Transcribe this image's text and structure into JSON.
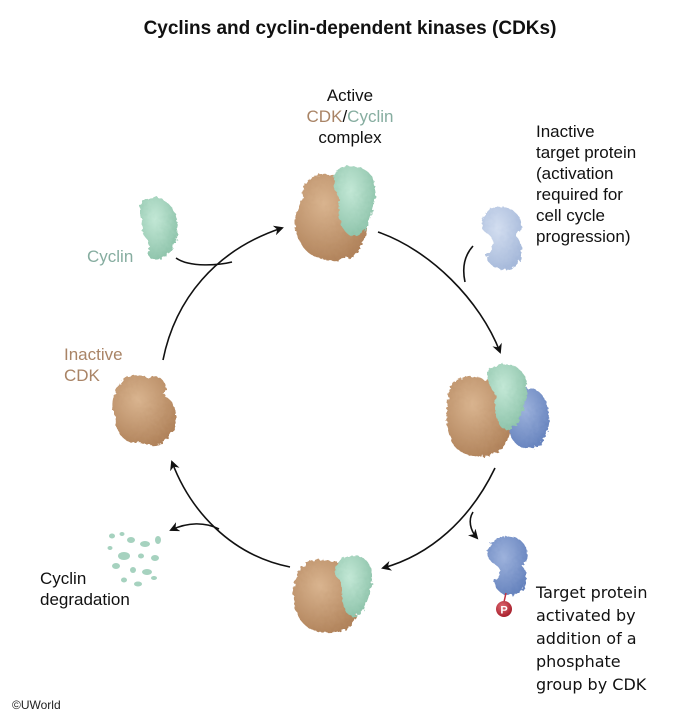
{
  "title": "Cyclins and cyclin-dependent kinases (CDKs)",
  "labels": {
    "active_complex": {
      "line1": "Active",
      "cdk": "CDK",
      "slash": "/",
      "cyclin": "Cyclin",
      "line3": "complex"
    },
    "inactive_target": [
      "Inactive",
      "target protein",
      "(activation",
      "required for",
      "cell cycle",
      "progression)"
    ],
    "cyclin": "Cyclin",
    "inactive_cdk": [
      "Inactive",
      "CDK"
    ],
    "cyclin_degradation": [
      "Cyclin",
      "degradation"
    ],
    "target_activated": [
      "Target protein",
      "activated by",
      "addition of a",
      "phosphate",
      "group by CDK"
    ],
    "phosphate_symbol": "P"
  },
  "copyright": "©UWorld",
  "colors": {
    "cdk": "#c49a74",
    "cdk_dark": "#a9794f",
    "cyclin": "#a8d8c2",
    "cyclin_dark": "#7fb8a0",
    "target_inactive": "#b9c8e2",
    "target_active": "#7d97cc",
    "phosphate": "#c0313f",
    "cdk_label": "#a98466",
    "cyclin_label": "#86ada0"
  }
}
